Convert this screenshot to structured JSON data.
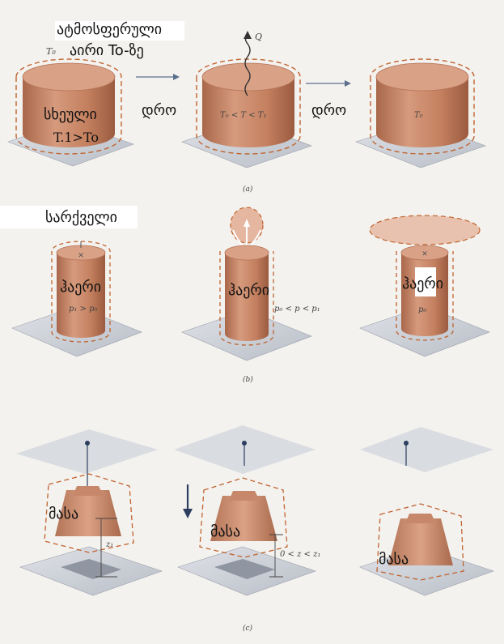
{
  "panel_a": {
    "atmosphere_label": "ატმოსფერული",
    "air_label": "აირი To-ზე",
    "t0_symbol": "T₀",
    "body_label": "სხეული",
    "body_temp": "T.1>To",
    "time_label_1": "დრო",
    "time_label_2": "დრო",
    "heat_symbol": "Q",
    "middle_cyl_formula": "T₀ < T < T₁",
    "right_cyl_formula": "T₀",
    "caption": "(a)"
  },
  "panel_b": {
    "valve_label": "სარქველი",
    "gas_label_1": "ჰაერი",
    "gas_label_2": "ჰაერი",
    "gas_label_3": "ჰაერი",
    "left_formula": "p₁ > p₀",
    "middle_formula": "p₀ < p < p₁",
    "right_formula": "p₀",
    "caption": "(b)"
  },
  "panel_c": {
    "mass_label_1": "მასა",
    "mass_label_2": "მასა",
    "mass_label_3": "მასა",
    "z1_symbol": "z₁",
    "middle_formula": "0 < z < z₁",
    "caption": "(c)"
  },
  "colors": {
    "background": "#f4f2ef",
    "cylinder": "#c9876a",
    "cylinder_dark": "#a86a4e",
    "dashed_boundary": "#c0632e",
    "platform": "#cfd3da"
  }
}
